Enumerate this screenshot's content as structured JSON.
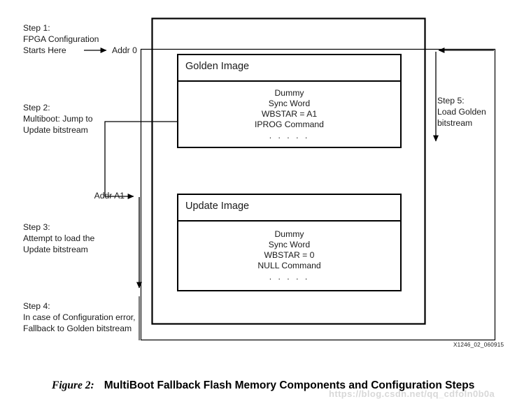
{
  "figure": {
    "number": "Figure 2:",
    "title": "MultiBoot Fallback Flash Memory Components and Configuration Steps",
    "id_code": "X1246_02_060915",
    "watermark": "https://blog.csdn.net/qq_cdfoln0b0a"
  },
  "steps": {
    "step1": "Step 1:\nFPGA Configuration\nStarts Here",
    "step2": "Step 2:\nMultiboot: Jump to\nUpdate bitstream",
    "step3": "Step 3:\nAttempt to load the\nUpdate bitstream",
    "step4": "Step 4:\nIn case of Configuration error,\nFallback to Golden bitstream",
    "step5": "Step 5:\nLoad Golden\nbitstream"
  },
  "addresses": {
    "addr0": "Addr 0",
    "addrA1": "Addr A1"
  },
  "golden_image": {
    "title": "Golden Image",
    "lines": [
      "Dummy",
      "Sync Word",
      "WBSTAR = A1",
      "IPROG Command"
    ],
    "dots": ". . . . ."
  },
  "update_image": {
    "title": "Update Image",
    "lines": [
      "Dummy",
      "Sync Word",
      "WBSTAR = 0",
      "NULL Command"
    ],
    "dots": ". . . . ."
  },
  "colors": {
    "stroke": "#000000",
    "text": "#1a1a1a",
    "background": "#ffffff",
    "watermark": "#d8d8d8"
  }
}
